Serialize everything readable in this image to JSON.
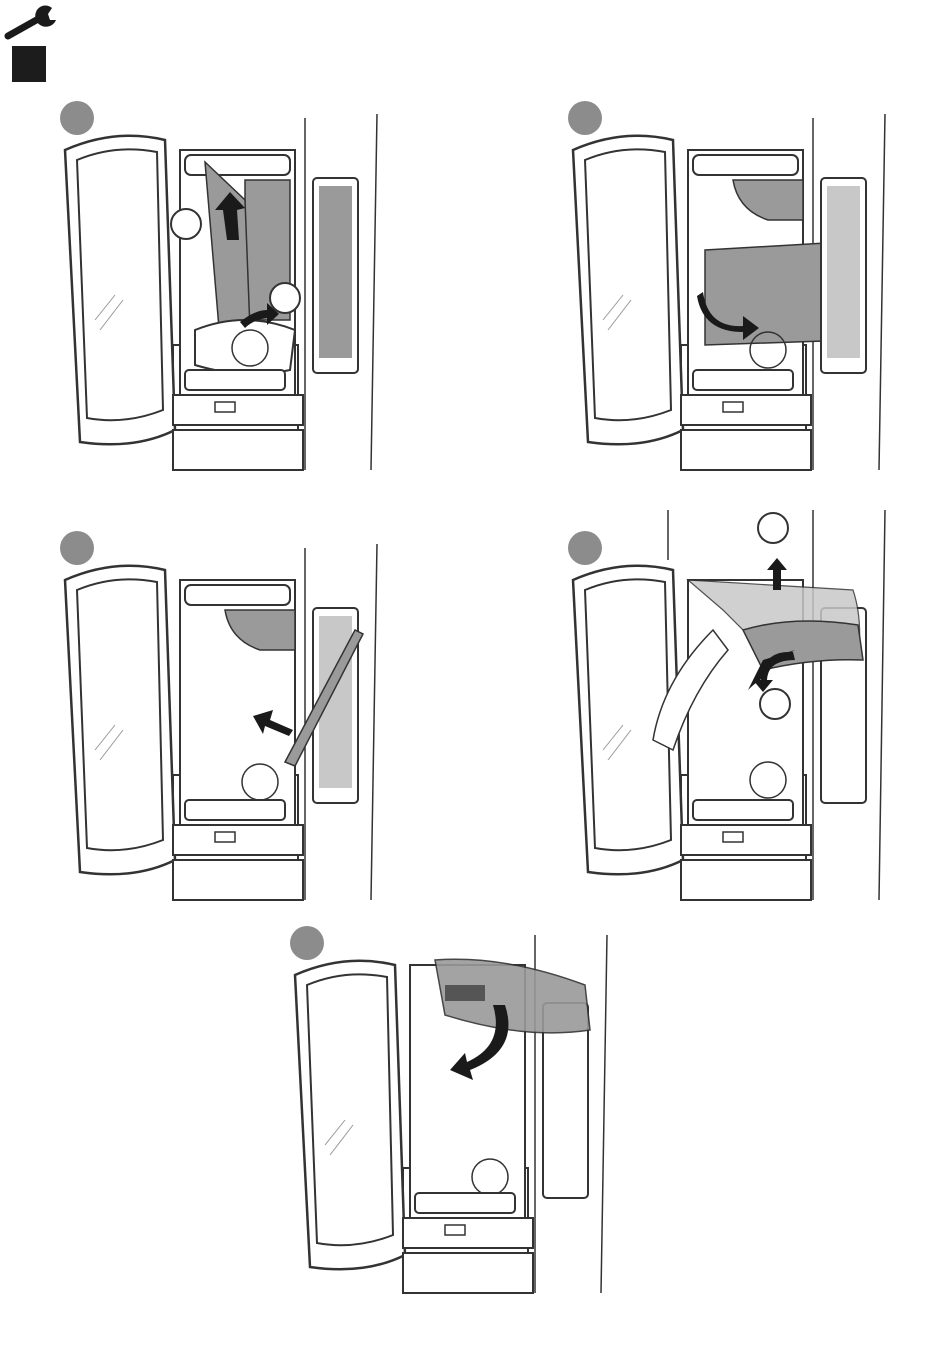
{
  "header": {
    "icon": "wrench-icon",
    "block_color": "#1c1c1c"
  },
  "colors": {
    "line": "#333333",
    "gray_panel": "#9a9a9a",
    "light_gray": "#c8c8c8",
    "step_circle": "#8c8c8c",
    "arrow": "#1a1a1a"
  },
  "steps": [
    {
      "id": "step-1",
      "callouts": 2,
      "action": "lift-and-tilt-baffle"
    },
    {
      "id": "step-2",
      "callouts": 0,
      "action": "rotate-baffle"
    },
    {
      "id": "step-3",
      "callouts": 0,
      "action": "slide-out-baffle"
    },
    {
      "id": "step-4",
      "callouts": 2,
      "action": "lift-and-tilt-top-plate"
    },
    {
      "id": "step-5",
      "callouts": 0,
      "action": "remove-top-plate"
    }
  ]
}
